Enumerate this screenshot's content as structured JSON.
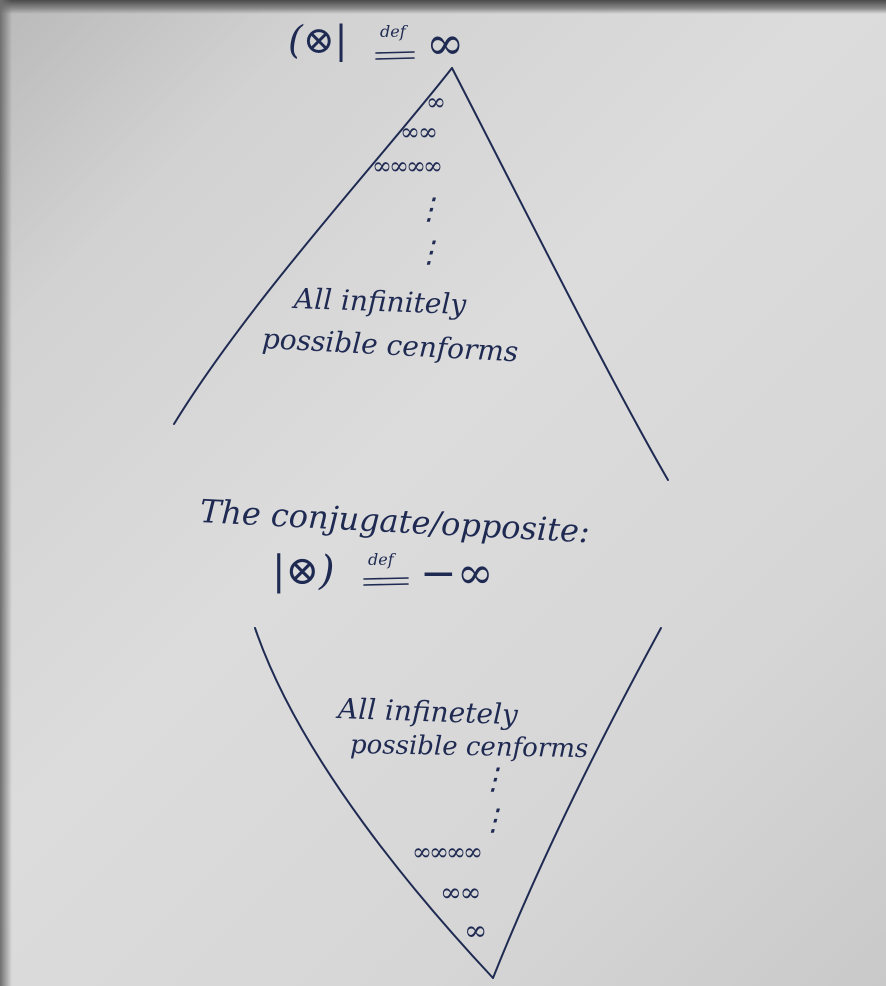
{
  "top_definition": {
    "left_symbol": "(⊗|",
    "def_label": "def",
    "right_value": "∞"
  },
  "upper_triangle": {
    "rows": [
      "∞",
      "∞∞",
      "∞∞∞∞"
    ],
    "ellipsis": "⋮",
    "caption_line1": "All infinitely",
    "caption_line2": "possible cenforms"
  },
  "middle_text": "The conjugate/opposite:",
  "bottom_definition": {
    "left_symbol": "|⊗)",
    "def_label": "def",
    "right_value": "−∞"
  },
  "lower_triangle": {
    "caption_line1": "All infinetely",
    "caption_line2": "possible cenforms",
    "ellipsis": "⋮",
    "rows": [
      "∞∞∞∞",
      "∞∞",
      "∞"
    ]
  },
  "colors": {
    "ink": "#1f2a52",
    "paper": "#d6d6d6"
  }
}
